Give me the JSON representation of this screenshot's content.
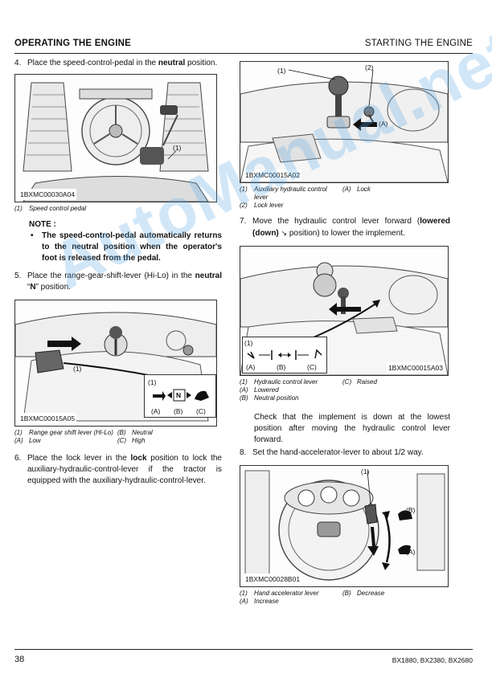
{
  "header": {
    "left": "OPERATING THE ENGINE",
    "right": "STARTING THE ENGINE"
  },
  "steps": {
    "s4": {
      "num": "4.",
      "pre": "Place the speed-control-pedal in the ",
      "bold": "neutral",
      "post": " position."
    },
    "s5": {
      "num": "5.",
      "pre": "Place the range-gear-shift-lever (Hi-Lo) in the ",
      "bold": "neutral",
      "mid": " “",
      "bold2": "N",
      "post": "” position."
    },
    "s6": {
      "num": "6.",
      "pre": "Place the lock lever in the ",
      "bold": "lock",
      "post": " position to lock the auxiliary-hydraulic-control-lever if the tractor is equipped with the auxiliary-hydraulic-control-lever."
    },
    "s7": {
      "num": "7.",
      "pre": "Move the hydraulic control lever forward (",
      "bold": "lowered (down)",
      "post": " position) to lower the implement."
    },
    "s7b": "Check that the implement is down at the lowest position after moving the hydraulic control lever forward.",
    "s8": {
      "num": "8.",
      "text": "Set the hand-accelerator-lever to about 1/2 way."
    }
  },
  "note": {
    "heading": "NOTE :",
    "bullet": "•",
    "text": "The speed-control-pedal automatically returns to the neutral position when the operator's foot is released from the pedal."
  },
  "figures": {
    "f1": {
      "id": "1BXMC00030A04",
      "callout": "(1)",
      "captions": [
        [
          "(1)",
          "Speed control pedal"
        ]
      ]
    },
    "f2": {
      "id": "1BXMC00015A05",
      "callout": "(1)",
      "inset_labels": [
        "(A)",
        "(B)",
        "(C)"
      ],
      "inset_letter": "N",
      "captions": [
        [
          "(1)",
          "Range gear shift lever (Hi-Lo)",
          "(B)",
          "Neutral"
        ],
        [
          "(A)",
          "Low",
          "(C)",
          "High"
        ]
      ]
    },
    "f3": {
      "id": "1BXMC00015A02",
      "callouts": [
        "(1)",
        "(2)",
        "(A)"
      ],
      "captions": [
        [
          "(1)",
          "Auxiliary hydraulic control lever",
          "(A)",
          "Lock"
        ],
        [
          "(2)",
          "Lock lever",
          "",
          ""
        ]
      ]
    },
    "f4": {
      "id": "1BXMC00015A03",
      "callout": "(1)",
      "inset_labels": [
        "(A)",
        "(B)",
        "(C)"
      ],
      "captions": [
        [
          "(1)",
          "Hydraulic control lever",
          "(C)",
          "Raised"
        ],
        [
          "(A)",
          "Lowered",
          "",
          ""
        ],
        [
          "(B)",
          "Neutral position",
          "",
          ""
        ]
      ]
    },
    "f5": {
      "id": "1BXMC00028B01",
      "callouts": [
        "(1)",
        "(B)",
        "(A)"
      ],
      "captions": [
        [
          "(1)",
          "Hand accelerator lever",
          "(B)",
          "Decrease"
        ],
        [
          "(A)",
          "Increase",
          "",
          ""
        ]
      ]
    }
  },
  "watermark": "AutoManual.net",
  "footer": {
    "page": "38",
    "models": "BX1880, BX2380, BX2680"
  }
}
